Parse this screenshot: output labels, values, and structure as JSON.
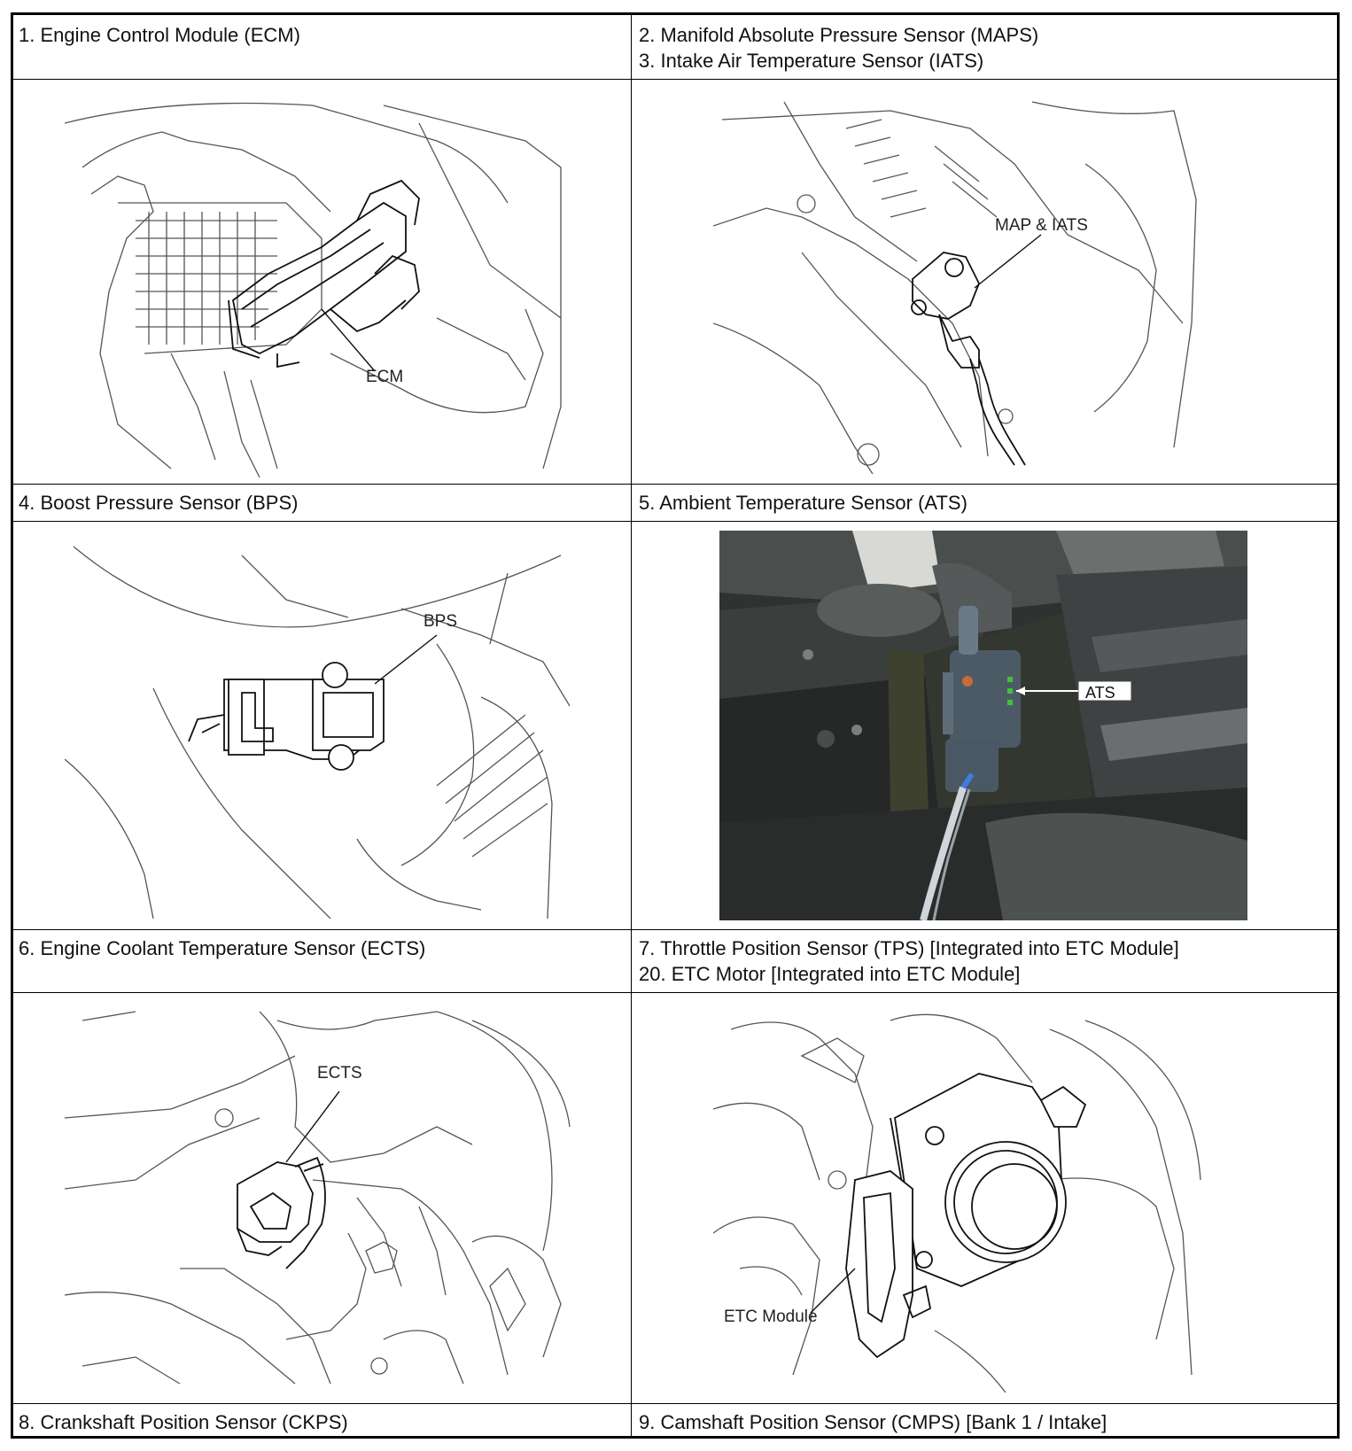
{
  "captions": {
    "c1": "1. Engine Control Module (ECM)",
    "c2": "2. Manifold Absolute Pressure Sensor (MAPS)",
    "c3": "3. Intake Air Temperature Sensor (IATS)",
    "c4": "4. Boost Pressure Sensor (BPS)",
    "c5": "5. Ambient Temperature Sensor (ATS)",
    "c6": "6. Engine Coolant Temperature Sensor (ECTS)",
    "c7": "7. Throttle Position Sensor (TPS) [Integrated into ETC Module]",
    "c20": "20. ETC Motor [Integrated into ETC Module]",
    "c8": "8. Crankshaft Position Sensor (CKPS)",
    "c9": "9. Camshaft Position Sensor (CMPS) [Bank 1 / Intake]"
  },
  "labels": {
    "ecm": "ECM",
    "map_iats": "MAP & IATS",
    "bps": "BPS",
    "ats": "ATS",
    "ects": "ECTS",
    "etc": "ETC Module"
  }
}
